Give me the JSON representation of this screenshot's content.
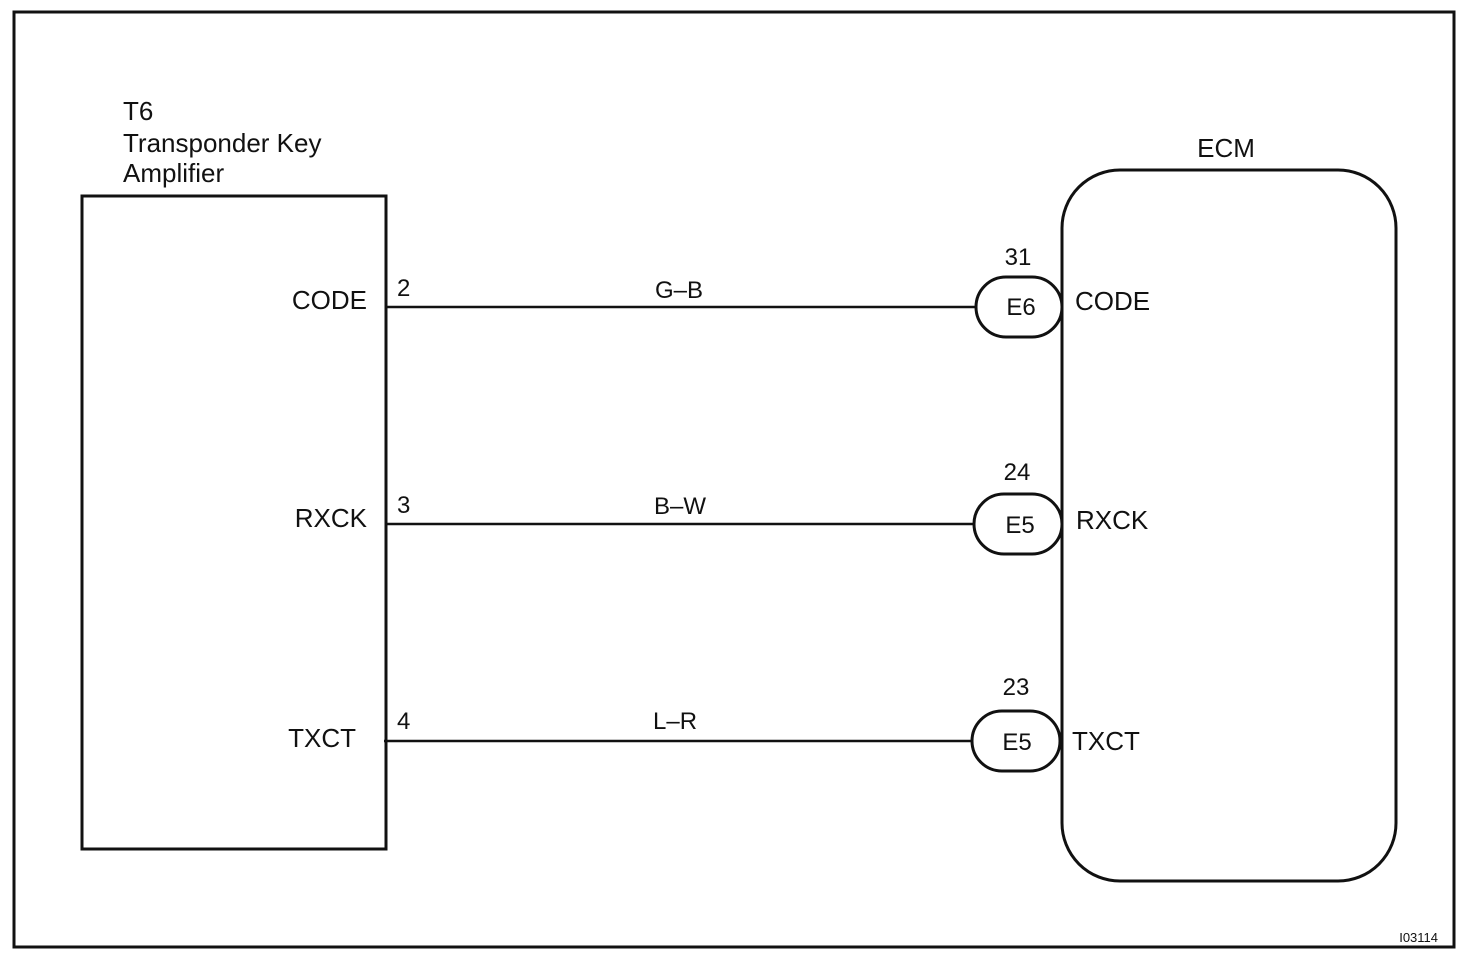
{
  "amplifier": {
    "code": "T6",
    "name_line1": "Transponder Key",
    "name_line2": "Amplifier"
  },
  "ecm": {
    "name": "ECM"
  },
  "circuits": [
    {
      "amp_terminal_name": "CODE",
      "amp_pin": "2",
      "wire_color": "G–B",
      "ecm_connector": "E6",
      "ecm_pin": "31",
      "ecm_terminal_name": "CODE"
    },
    {
      "amp_terminal_name": "RXCK",
      "amp_pin": "3",
      "wire_color": "B–W",
      "ecm_connector": "E5",
      "ecm_pin": "24",
      "ecm_terminal_name": "RXCK"
    },
    {
      "amp_terminal_name": "TXCT",
      "amp_pin": "4",
      "wire_color": "L–R",
      "ecm_connector": "E5",
      "ecm_pin": "23",
      "ecm_terminal_name": "TXCT"
    }
  ],
  "figure_id": "I03114"
}
